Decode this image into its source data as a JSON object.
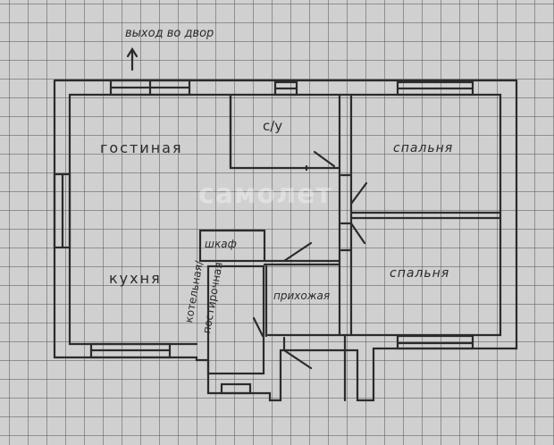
{
  "plan": {
    "exit_note": "выход во двор",
    "rooms": [
      {
        "id": "living",
        "label": "гостиная"
      },
      {
        "id": "bathroom",
        "label": "с/у"
      },
      {
        "id": "bedroom1",
        "label": "спальня"
      },
      {
        "id": "closet",
        "label": "шкаф"
      },
      {
        "id": "kitchen",
        "label": "кухня"
      },
      {
        "id": "hallway",
        "label": "прихожая"
      },
      {
        "id": "boiler_line1",
        "label": "котельная/"
      },
      {
        "id": "boiler_line2",
        "label": "постирочная"
      },
      {
        "id": "bedroom2",
        "label": "спальня"
      }
    ],
    "watermark": "самолет",
    "icons": {
      "exit_arrow": "arrow-up-icon"
    },
    "colors": {
      "paper": "#d0d0d0",
      "grid": "#5a5a5a",
      "ink": "#2b2b2b"
    }
  }
}
